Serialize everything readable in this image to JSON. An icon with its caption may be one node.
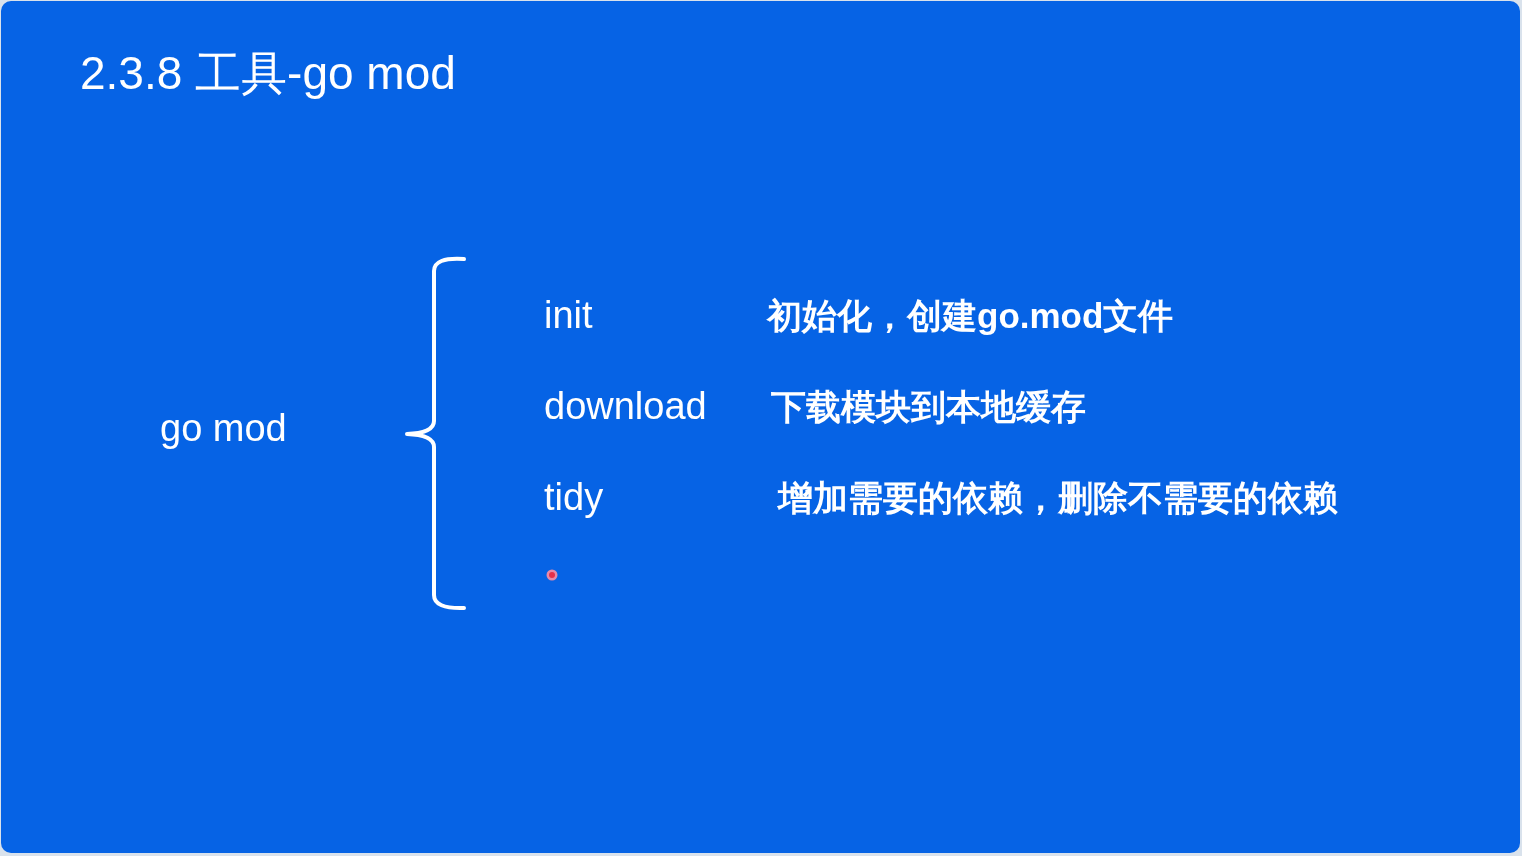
{
  "diagram": {
    "title": "2.3.8 工具-go mod",
    "labels": [
      "go mod",
      "init",
      "初始化，创建go.mod文件",
      "download",
      "下载模块到本地缓存",
      "tidy",
      "增加需要的依赖，删除不需要的依赖"
    ]
  }
}
